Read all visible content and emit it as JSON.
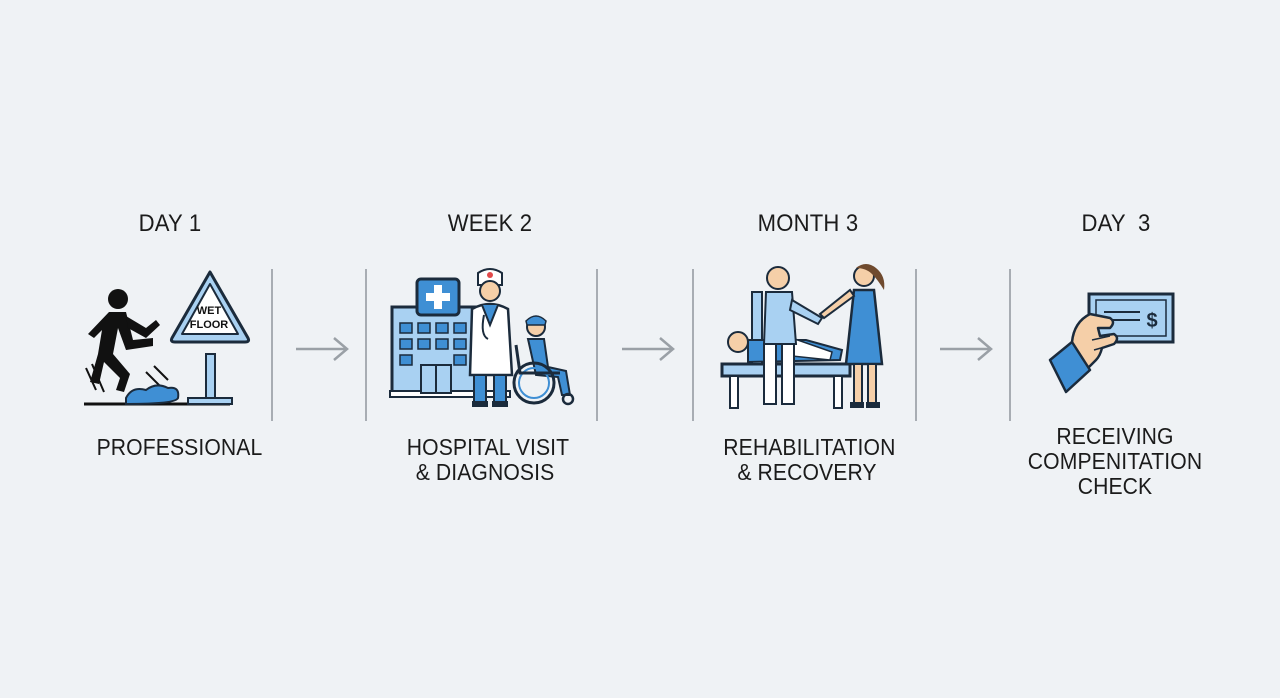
{
  "steps": [
    {
      "title": "DAY 1",
      "caption_lines": [
        "PROFESSIONAL"
      ],
      "icon": "slip-wet-floor-icon"
    },
    {
      "title": "WEEK 2",
      "caption_lines": [
        "HOSPITAL VISIT",
        "& DIAGNOSIS"
      ],
      "icon": "hospital-doctor-wheelchair-icon"
    },
    {
      "title": "MONTH 3",
      "caption_lines": [
        "REHABILITATION",
        "& RECOVERY"
      ],
      "icon": "physical-therapy-icon"
    },
    {
      "title": "DAY  3",
      "caption_lines": [
        "RECEIVING",
        "COMPENITATION",
        "CHECK"
      ],
      "icon": "hand-holding-check-icon"
    }
  ],
  "wet_floor_sign": {
    "line1": "WET",
    "line2": "FLOOR"
  },
  "check": {
    "symbol": "$"
  },
  "colors": {
    "background": "#eff2f5",
    "accent_blue": "#3f8fd4",
    "light_blue": "#a9d1f2",
    "outline": "#1b2b3c",
    "divider": "#a8adb3",
    "arrow": "#9aa0a6"
  }
}
